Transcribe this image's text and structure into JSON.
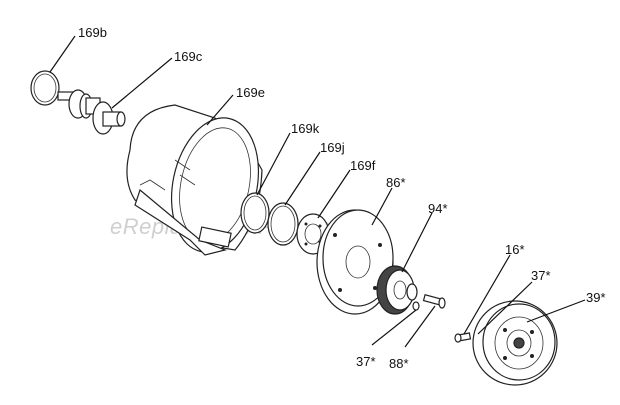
{
  "watermark": "eReplacementParts.com",
  "callouts": {
    "p169b": "169b",
    "p169c": "169c",
    "p169e": "169e",
    "p169k": "169k",
    "p169j": "169j",
    "p169f": "169f",
    "p86": "86*",
    "p94": "94*",
    "p16": "16*",
    "p37_right": "37*",
    "p39": "39*",
    "p37_bottom": "37*",
    "p88": "88*"
  }
}
